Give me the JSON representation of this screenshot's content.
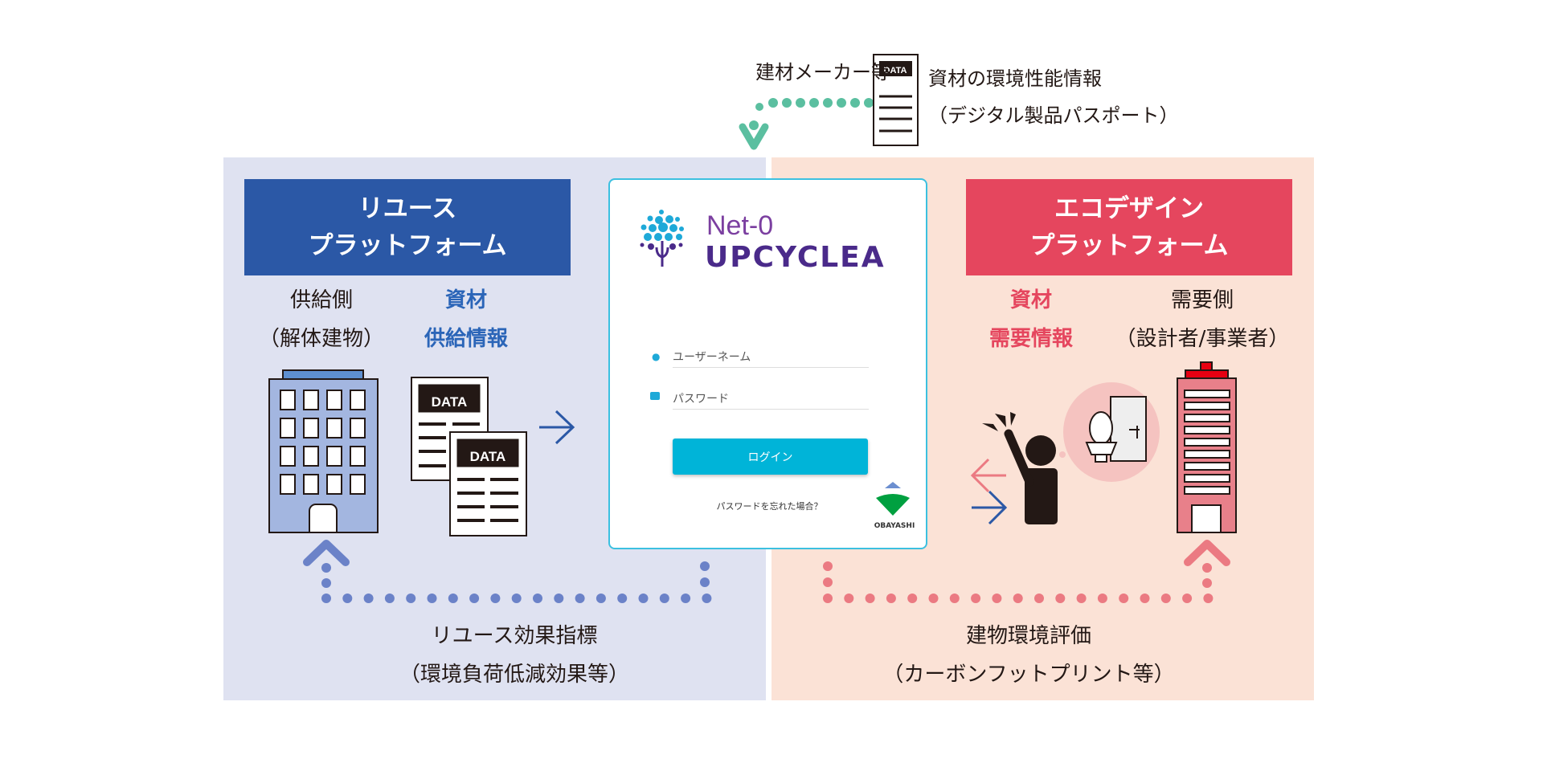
{
  "top": {
    "maker_label": "建材メーカー等",
    "doc_badge": "DATA",
    "info_line1": "資材の環境性能情報",
    "info_line2": "（デジタル製品パスポート）"
  },
  "left": {
    "header_line1": "リユース",
    "header_line2": "プラットフォーム",
    "supply_line1": "供給側",
    "supply_line2": "（解体建物）",
    "material_line1": "資材",
    "material_line2": "供給情報",
    "doc_badge": "DATA",
    "bottom_line1": "リユース効果指標",
    "bottom_line2": "（環境負荷低減効果等）"
  },
  "right": {
    "header_line1": "エコデザイン",
    "header_line2": "プラットフォーム",
    "material_line1": "資材",
    "material_line2": "需要情報",
    "demand_line1": "需要側",
    "demand_line2": "（設計者/事業者）",
    "bottom_line1": "建物環境評価",
    "bottom_line2": "（カーボンフットプリント等）"
  },
  "login": {
    "logo_line1": "Net-0",
    "logo_line2": "UPCYCLEA",
    "username_placeholder": "ユーザーネーム",
    "password_placeholder": "パスワード",
    "login_button": "ログイン",
    "forgot_link": "パスワードを忘れた場合？",
    "company_logo": "OBAYASHI"
  },
  "colors": {
    "blue": "#2b58a6",
    "red": "#e5465e",
    "teal": "#5bbfa0",
    "cyan": "#00b4d8"
  }
}
